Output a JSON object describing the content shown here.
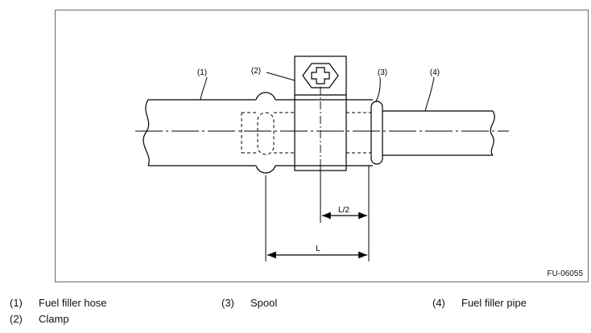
{
  "figure_code": "FU-06055",
  "callouts": {
    "hose": "(1)",
    "clamp": "(2)",
    "spool": "(3)",
    "pipe": "(4)"
  },
  "dimensions": {
    "half_length": "L/2",
    "length": "L"
  },
  "legend": [
    {
      "num": "(1)",
      "label": "Fuel filler hose"
    },
    {
      "num": "(2)",
      "label": "Clamp"
    },
    {
      "num": "(3)",
      "label": "Spool"
    },
    {
      "num": "(4)",
      "label": "Fuel filler pipe"
    }
  ]
}
